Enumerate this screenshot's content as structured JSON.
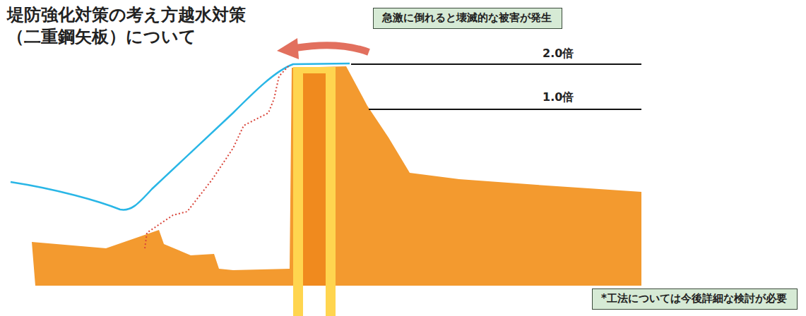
{
  "diagram": {
    "title": "堤防強化対策の考え方越水対策 （二重鋼矢板）について",
    "nodes": [
      {
        "text": [
          "急激に倒れると壊滅的な被害が発生"
        ]
      },
      {
        "text": [
          "*工法については今後詳細な検討が必要"
        ]
      }
    ],
    "labels": [
      "2.0倍",
      "1.0倍"
    ]
  }
}
